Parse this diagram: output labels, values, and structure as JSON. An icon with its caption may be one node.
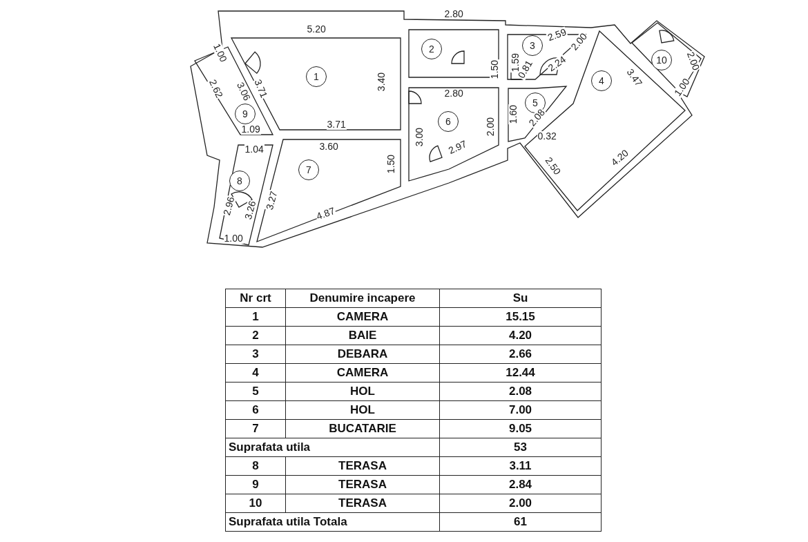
{
  "diagram": {
    "nodes": [
      {
        "text": [
          "1"
        ]
      },
      {
        "text": [
          "2"
        ]
      },
      {
        "text": [
          "3"
        ]
      },
      {
        "text": [
          "4"
        ]
      },
      {
        "text": [
          "5"
        ]
      },
      {
        "text": [
          "6"
        ]
      },
      {
        "text": [
          "7"
        ]
      },
      {
        "text": [
          "8"
        ]
      },
      {
        "text": [
          "9"
        ]
      },
      {
        "text": [
          "10"
        ]
      }
    ],
    "labels": [
      "5.20",
      "1.00",
      "2.62",
      "3.06",
      "3.71",
      "3.40",
      "1.09",
      "3.71",
      "2.80",
      "1.50",
      "2.80",
      "3.00",
      "2.00",
      "2.97",
      "2.59",
      "1.59",
      "0.81",
      "2.24",
      "2.00",
      "3.47",
      "1.60",
      "2.08",
      "0.32",
      "2.50",
      "4.20",
      "2.00",
      "1.00",
      "1.04",
      "3.60",
      "1.50",
      "2.96",
      "3.26",
      "3.27",
      "4.87",
      "1.00",
      "Nr crt",
      "Denumire incapere",
      "Su",
      "1",
      "CAMERA",
      "15.15",
      "2",
      "BAIE",
      "4.20",
      "3",
      "DEBARA",
      "2.66",
      "4",
      "CAMERA",
      "12.44",
      "5",
      "HOL",
      "2.08",
      "6",
      "HOL",
      "7.00",
      "7",
      "BUCATARIE",
      "9.05",
      "Suprafata  utila",
      "53",
      "8",
      "TERASA",
      "3.11",
      "9",
      "TERASA",
      "2.84",
      "10",
      "TERASA",
      "2.00",
      "Suprafata  utila Totala",
      "61"
    ]
  }
}
